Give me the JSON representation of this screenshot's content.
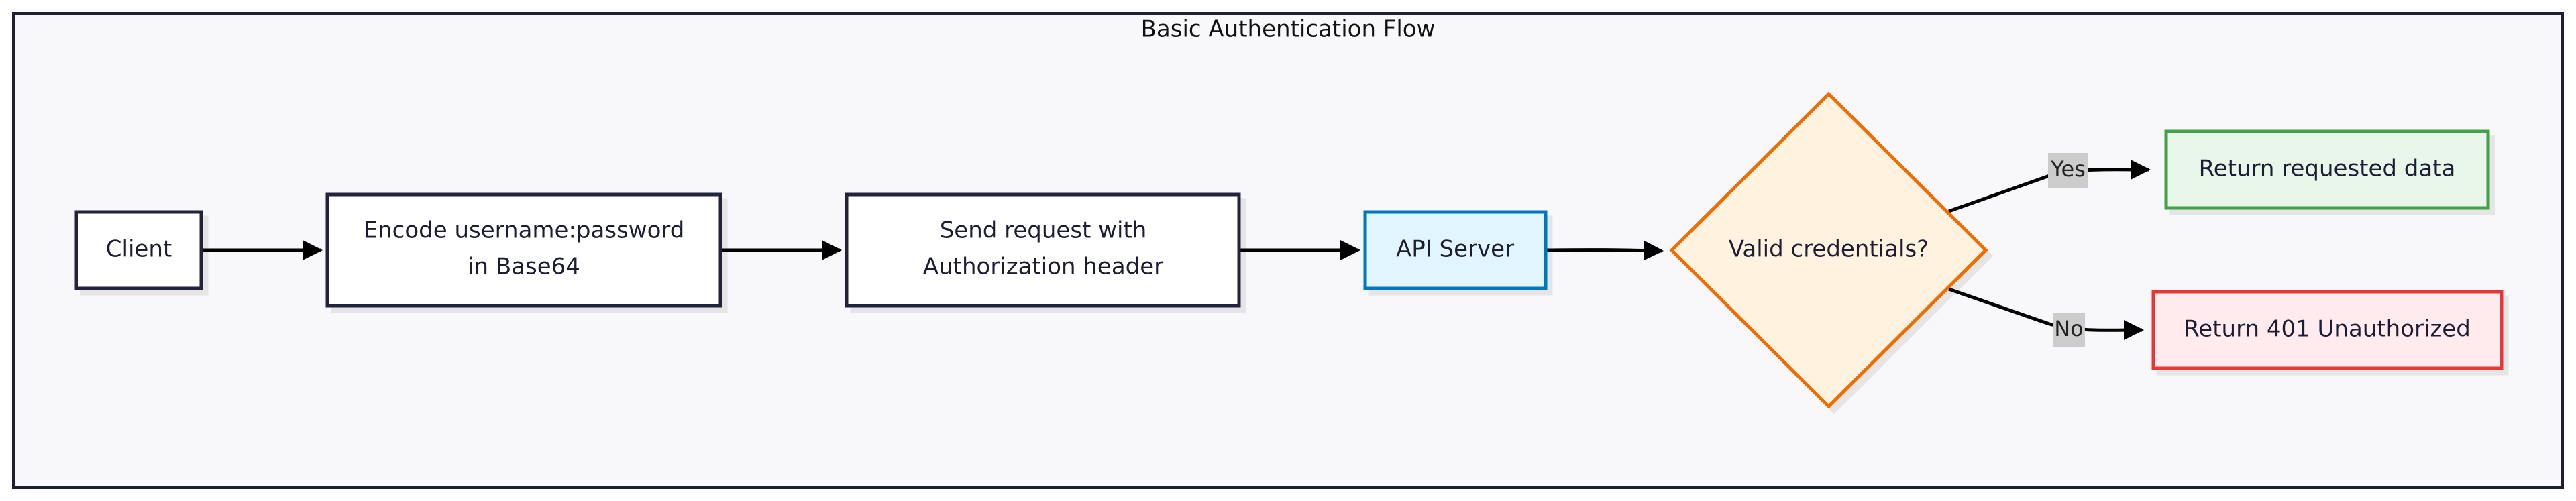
{
  "diagram": {
    "title": "Basic Authentication Flow",
    "nodes": {
      "client": "Client",
      "encode_line1": "Encode username:password",
      "encode_line2": "in Base64",
      "send_line1": "Send request with",
      "send_line2": "Authorization header",
      "api_server": "API Server",
      "decision": "Valid credentials?",
      "success": "Return requested data",
      "failure": "Return 401 Unauthorized"
    },
    "edges": {
      "yes_label": "Yes",
      "no_label": "No"
    },
    "colors": {
      "frame_border": "#1f1f33",
      "frame_fill": "#f8f8fa",
      "default_node_fill": "#ffffff",
      "default_node_border": "#22223a",
      "api_fill": "#e1f5fe",
      "api_border": "#0277bd",
      "decision_fill": "#fff3e0",
      "decision_border": "#ef6c00",
      "success_fill": "#e8f5e9",
      "success_border": "#43a047",
      "failure_fill": "#ffebee",
      "failure_border": "#e53935",
      "label_bg": "#cccccc",
      "edge": "#000000"
    }
  }
}
